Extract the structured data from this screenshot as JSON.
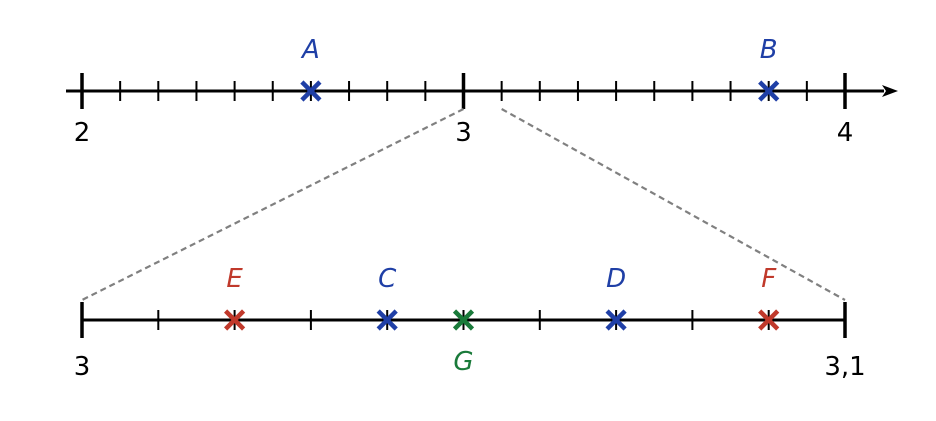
{
  "top_axis": {
    "from": 2,
    "to": 4,
    "major_step": 1,
    "minor_step": 0.1,
    "labels": [
      {
        "value": 2,
        "text": "2"
      },
      {
        "value": 3,
        "text": "3"
      },
      {
        "value": 4,
        "text": "4"
      }
    ],
    "has_arrow": true,
    "points": [
      {
        "name": "A",
        "value": 2.6,
        "color": "#1f3fa6",
        "label_pos": "above"
      },
      {
        "name": "B",
        "value": 3.8,
        "color": "#1f3fa6",
        "label_pos": "above"
      }
    ]
  },
  "bottom_axis": {
    "from": 3,
    "to": 3.1,
    "minor_step": 0.01,
    "labels": [
      {
        "value": 3,
        "text": "3"
      },
      {
        "value": 3.1,
        "text": "3,1"
      }
    ],
    "points": [
      {
        "name": "E",
        "value": 3.02,
        "color": "#c0392b",
        "label_pos": "above"
      },
      {
        "name": "C",
        "value": 3.04,
        "color": "#1f3fa6",
        "label_pos": "above"
      },
      {
        "name": "G",
        "value": 3.05,
        "color": "#1a7a3a",
        "label_pos": "below"
      },
      {
        "name": "D",
        "value": 3.07,
        "color": "#1f3fa6",
        "label_pos": "above"
      },
      {
        "name": "F",
        "value": 3.09,
        "color": "#c0392b",
        "label_pos": "above"
      }
    ]
  },
  "zoom": {
    "from": 3,
    "to": 3.1,
    "style": "dashed",
    "color": "#808080"
  }
}
